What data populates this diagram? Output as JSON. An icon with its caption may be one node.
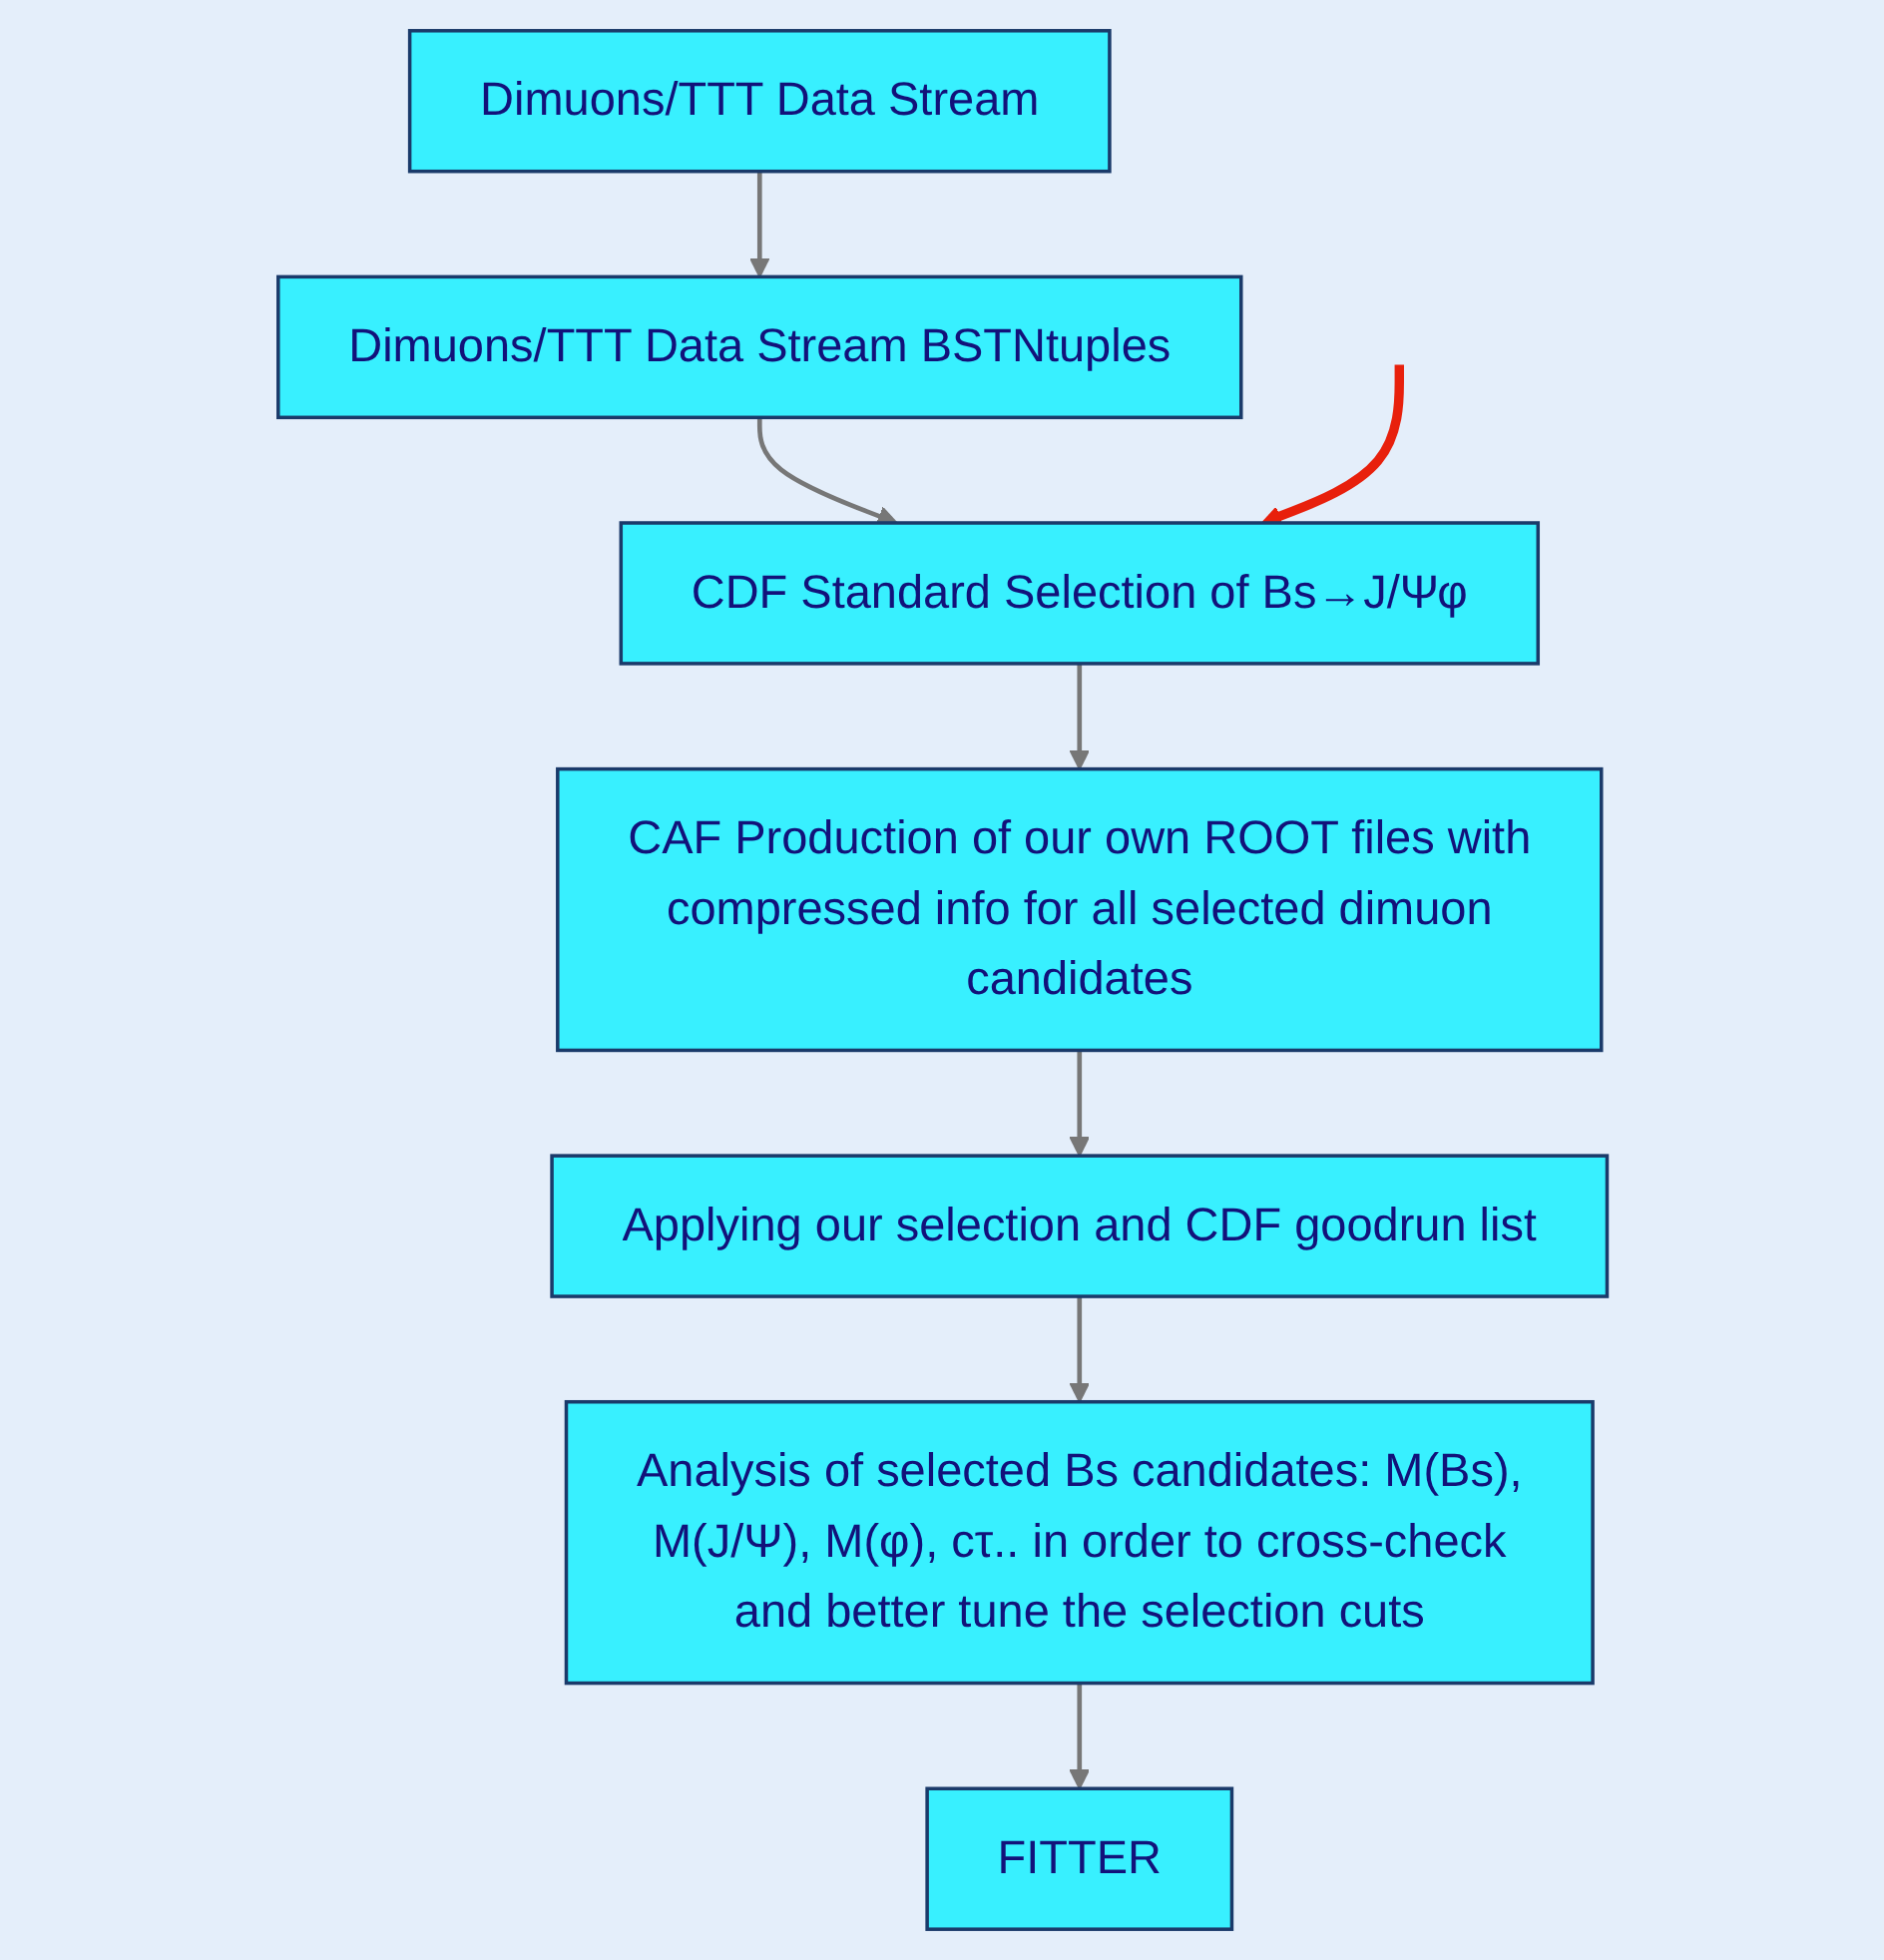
{
  "diagram": {
    "nodes": [
      {
        "text": [
          "Dimuons/TTT Data Stream"
        ]
      },
      {
        "text": [
          "Dimuons/TTT Data Stream BSTNtuples"
        ]
      },
      {
        "text": [
          "CDF Standard Selection of Bs→J/Ψφ"
        ]
      },
      {
        "text": [
          "CAF Production of our own ROOT files with compressed info for all selected dimuon candidates"
        ]
      },
      {
        "text": [
          "Applying our selection and CDF goodrun list"
        ]
      },
      {
        "text": [
          "Analysis of selected Bs candidates: M(Bs), M(J/Ψ), M(φ), cτ.. in order to cross-check and better tune the selection cuts"
        ]
      },
      {
        "text": [
          "FITTER"
        ]
      }
    ],
    "edges": [
      {
        "from": 0,
        "to": 1,
        "arrow": "to"
      },
      {
        "from": 1,
        "to": 2,
        "arrow": "to"
      },
      {
        "from": 2,
        "to": 3,
        "arrow": "to"
      },
      {
        "from": 3,
        "to": 4,
        "arrow": "to"
      },
      {
        "from": 4,
        "to": 5,
        "arrow": "to"
      },
      {
        "from": 5,
        "to": 6,
        "arrow": "to"
      },
      {
        "from": null,
        "to": 2,
        "arrow": "to",
        "style": "thick",
        "color": "#e8200c"
      }
    ]
  }
}
